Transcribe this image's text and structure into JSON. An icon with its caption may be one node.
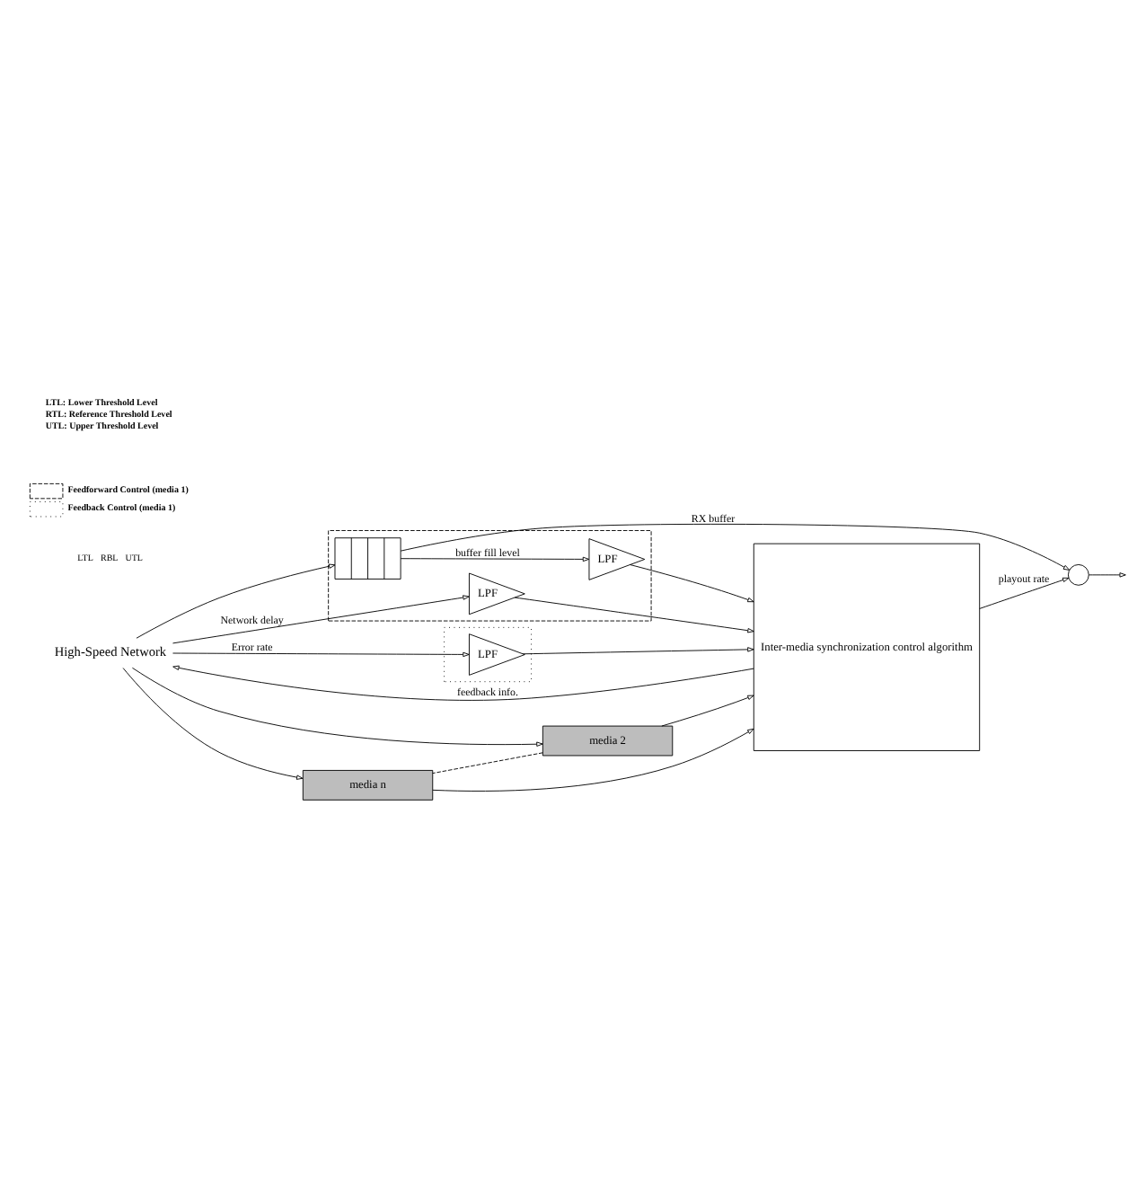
{
  "diagram": {
    "nodes": [
      {
        "text": [
          "High-Speed Network"
        ]
      },
      {
        "text": [],
        "shape": "box"
      },
      {
        "text": [],
        "shape": "box",
        "in": 1
      },
      {
        "text": [
          "LPF"
        ],
        "in": 1
      },
      {
        "text": [
          "LPF"
        ],
        "in": 1
      },
      {
        "text": [],
        "shape": "box"
      },
      {
        "text": [
          "LPF"
        ],
        "in": 5
      },
      {
        "text": [],
        "shape": "circle"
      },
      {
        "text": [
          "Inter-media synchronization control algorithm"
        ]
      },
      {
        "text": [
          "media 2"
        ]
      },
      {
        "text": [
          "media n"
        ]
      }
    ],
    "edges": [
      {
        "from": 0,
        "to": 2,
        "arrow": "to"
      },
      {
        "from": 2,
        "to": 3,
        "arrow": "to",
        "label": "buffer fill level"
      },
      {
        "from": 0,
        "to": 4,
        "arrow": "to",
        "label": "Network delay"
      },
      {
        "from": 0,
        "to": 6,
        "arrow": "to",
        "label": "Error rate"
      },
      {
        "from": 2,
        "to": 7,
        "arrow": "to",
        "label": "RX buffer"
      },
      {
        "from": 3,
        "to": 8,
        "arrow": "to"
      },
      {
        "from": 4,
        "to": 8,
        "arrow": "to"
      },
      {
        "from": 6,
        "to": 8,
        "arrow": "to"
      },
      {
        "from": 8,
        "to": 7,
        "arrow": "to",
        "label": "playout rate"
      },
      {
        "from": 7,
        "to": null,
        "arrow": "to"
      },
      {
        "from": 8,
        "to": 0,
        "arrow": "to",
        "label": "feedback info."
      },
      {
        "from": 0,
        "to": 9,
        "arrow": "to"
      },
      {
        "from": 0,
        "to": 10,
        "arrow": "to"
      },
      {
        "from": 9,
        "to": 8,
        "arrow": "to"
      },
      {
        "from": 10,
        "to": 8,
        "arrow": "to"
      },
      {
        "from": 9,
        "to": 10,
        "arrow": "none",
        "style": "dashed"
      }
    ],
    "labels": [
      "LTL: Lower Threshold Level",
      "RTL: Reference Threshold Level",
      "UTL: Upper Threshold Level",
      "LTL",
      "RBL",
      "UTL"
    ],
    "legend": [
      {
        "text": "Feedforward Control (media 1)"
      },
      {
        "text": "Feedback Control (media 1)"
      }
    ]
  }
}
